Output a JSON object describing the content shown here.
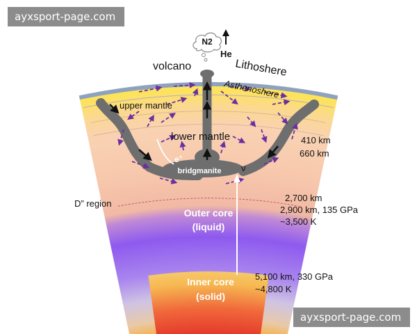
{
  "watermark": {
    "top": "ayxsport-page.com",
    "bottom": "ayxsport-page.com"
  },
  "labels": {
    "n2": "N2",
    "he": "He",
    "volcano": "volcano",
    "lithosphere": "Lithoshere",
    "asthenosphere": "Asthenoshere",
    "upper_mantle": "upper mantle",
    "lower_mantle": "lower mantle",
    "electron": "e",
    "bridgmanite": "bridgmanite",
    "nu": "ν",
    "depth_410": "410 km",
    "depth_660": "660 km",
    "d_region": "D” region",
    "depth_2700": "2,700 km",
    "depth_2900": "2,900 km, 135 GPa",
    "temp_3500": "~3,500 K",
    "outer_core": "Outer core",
    "outer_core_state": "(liquid)",
    "depth_5100": "5,100 km, 330 GPa",
    "temp_4800": "~4,800 K",
    "inner_core": "Inner core",
    "inner_core_state": "(solid)"
  },
  "colors": {
    "lithosphere": "#8fa2bd",
    "asthenosphere": "#f4c94f",
    "mantle": "#f7cdb0",
    "outer_core": "#9a63ee",
    "inner_core": "#e8553a",
    "plume": "#6e6e6e",
    "convection_arrow": "#6a2fa0"
  }
}
